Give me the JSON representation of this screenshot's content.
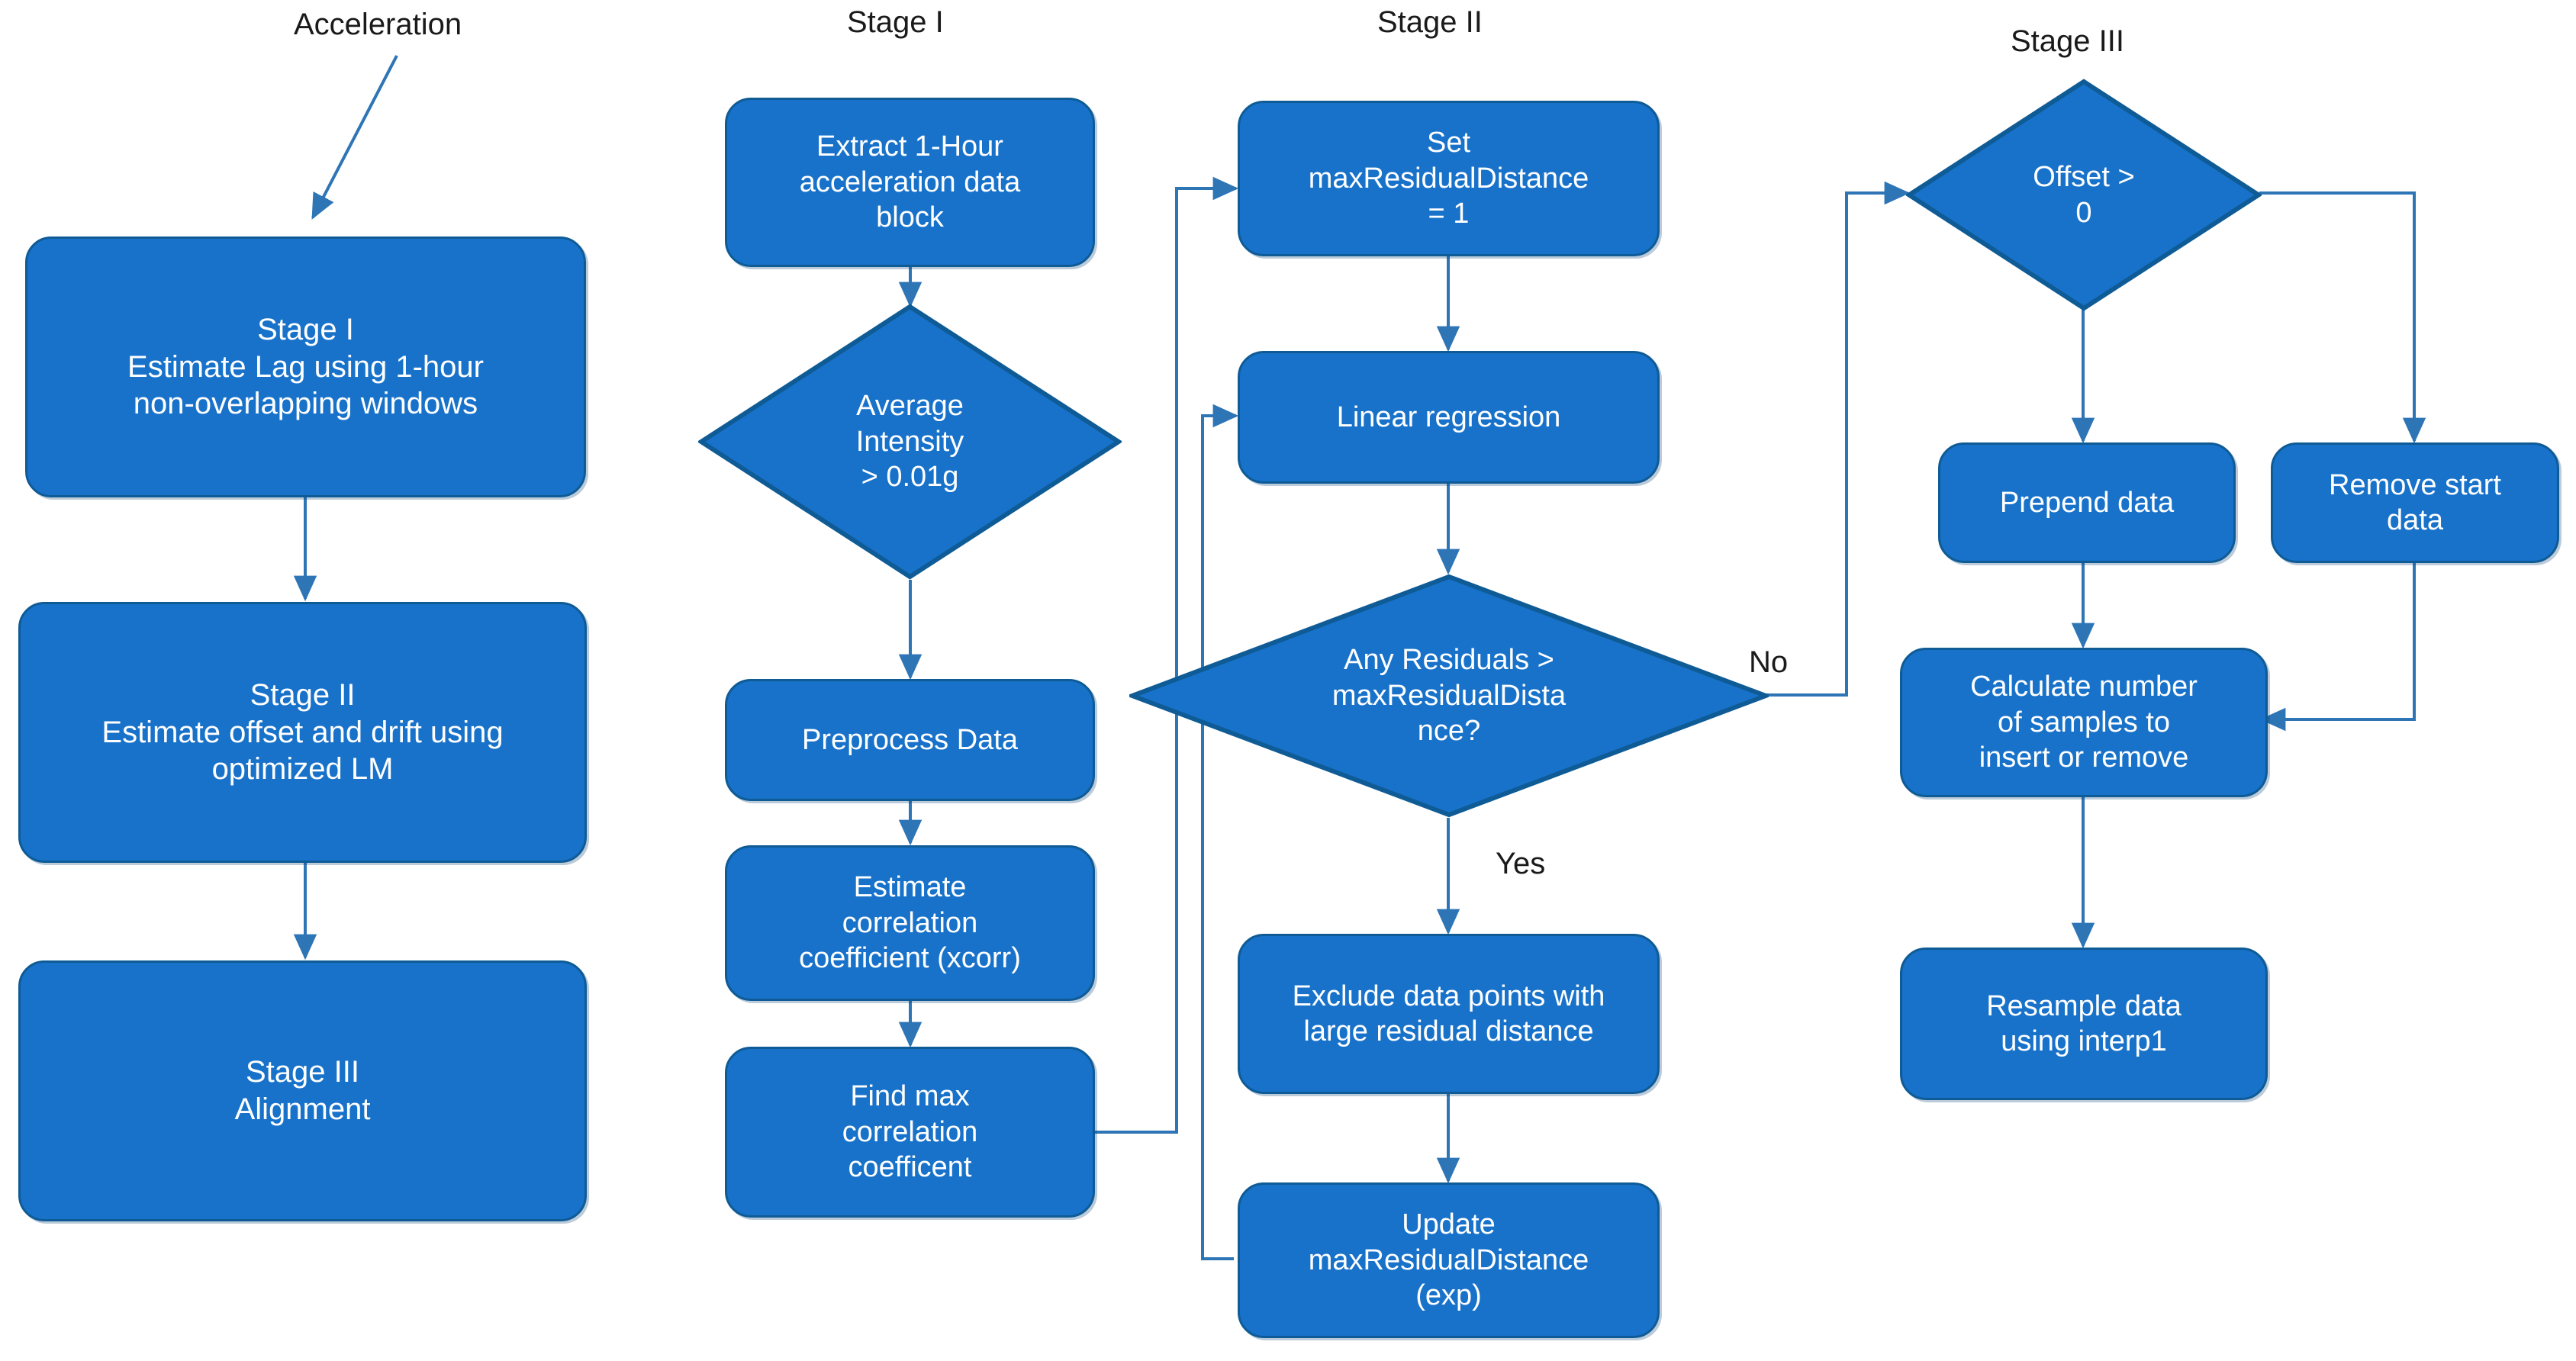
{
  "diagram": {
    "title": "Three-stage acceleration data alignment flowchart",
    "colors": {
      "node_fill": "#1872CA",
      "node_border": "#0E5B96",
      "node_text": "#FFFFFF",
      "connector": "#2E75B6",
      "label_text": "#1A1A1A",
      "background": "#FFFFFF"
    }
  },
  "captions": {
    "acceleration": "Acceleration"
  },
  "stage_titles": {
    "stage1": "Stage I",
    "stage2": "Stage II",
    "stage3": "Stage III"
  },
  "overview_nodes": [
    {
      "id": "ov-stage1",
      "text": "Stage I\nEstimate Lag using 1-hour\nnon-overlapping windows"
    },
    {
      "id": "ov-stage2",
      "text": "Stage II\nEstimate offset and drift using\noptimized LM"
    },
    {
      "id": "ov-stage3",
      "text": "Stage III\nAlignment"
    }
  ],
  "stage1_nodes": [
    {
      "id": "s1-extract",
      "text": "Extract 1-Hour\nacceleration data\nblock",
      "shape": "rounded-rect"
    },
    {
      "id": "s1-avg",
      "text": "Average\nIntensity\n> 0.01g",
      "shape": "diamond"
    },
    {
      "id": "s1-preprocess",
      "text": "Preprocess Data",
      "shape": "rounded-rect"
    },
    {
      "id": "s1-estimate",
      "text": "Estimate\ncorrelation\ncoefficient (xcorr)",
      "shape": "rounded-rect"
    },
    {
      "id": "s1-findmax",
      "text": "Find max\ncorrelation\ncoefficent",
      "shape": "rounded-rect"
    }
  ],
  "stage2_nodes": [
    {
      "id": "s2-set",
      "text": "Set\nmaxResidualDistance\n= 1",
      "shape": "rounded-rect"
    },
    {
      "id": "s2-linreg",
      "text": "Linear regression",
      "shape": "rounded-rect"
    },
    {
      "id": "s2-anyres",
      "text": "Any Residuals >\nmaxResidualDista\nnce?",
      "shape": "diamond"
    },
    {
      "id": "s2-exclude",
      "text": "Exclude data points with\nlarge residual distance",
      "shape": "rounded-rect"
    },
    {
      "id": "s2-update",
      "text": "Update\nmaxResidualDistance\n(exp)",
      "shape": "rounded-rect"
    }
  ],
  "stage3_nodes": [
    {
      "id": "s3-offset",
      "text": "Offset >\n0",
      "shape": "diamond"
    },
    {
      "id": "s3-prepend",
      "text": "Prepend data",
      "shape": "rounded-rect"
    },
    {
      "id": "s3-removestart",
      "text": "Remove start\ndata",
      "shape": "rounded-rect"
    },
    {
      "id": "s3-calcsamples",
      "text": "Calculate number\nof samples to\ninsert or remove",
      "shape": "rounded-rect"
    },
    {
      "id": "s3-resample",
      "text": "Resample data\nusing interp1",
      "shape": "rounded-rect"
    }
  ],
  "edge_labels": {
    "yes": "Yes",
    "no": "No"
  }
}
